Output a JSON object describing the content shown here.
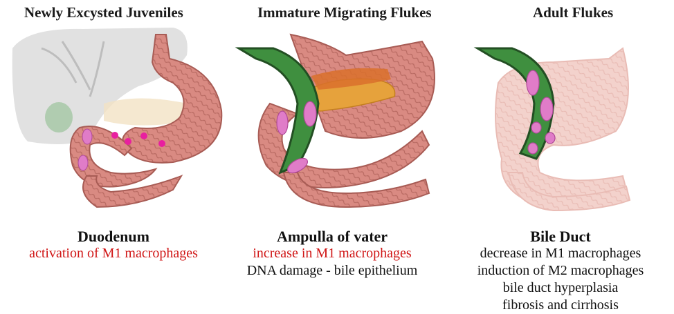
{
  "panels": [
    {
      "title": "Newly Excysted Juveniles",
      "location": "Duodenum",
      "lines": [
        {
          "text": "activation of M1 macrophages",
          "color": "#d01616"
        }
      ]
    },
    {
      "title": "Immature Migrating Flukes",
      "location": "Ampulla of vater",
      "lines": [
        {
          "text": "increase in M1 macrophages",
          "color": "#d01616"
        },
        {
          "text": "DNA damage - bile epithelium",
          "color": "#111111"
        }
      ]
    },
    {
      "title": "Adult Flukes",
      "location": "Bile Duct",
      "lines": [
        {
          "text": "decrease in M1 macrophages",
          "color": "#111111"
        },
        {
          "text": "induction of M2 macrophages",
          "color": "#111111"
        },
        {
          "text": "bile duct hyperplasia",
          "color": "#111111"
        },
        {
          "text": "fibrosis and cirrhosis",
          "color": "#111111"
        }
      ]
    }
  ],
  "colors": {
    "intestine": "#d98a82",
    "intestine_dark": "#b86a62",
    "bile_duct": "#3f8f3f",
    "fluke": "#e07cc8",
    "liver": "#d8d8d8",
    "pancreas": "#e6a23c"
  }
}
